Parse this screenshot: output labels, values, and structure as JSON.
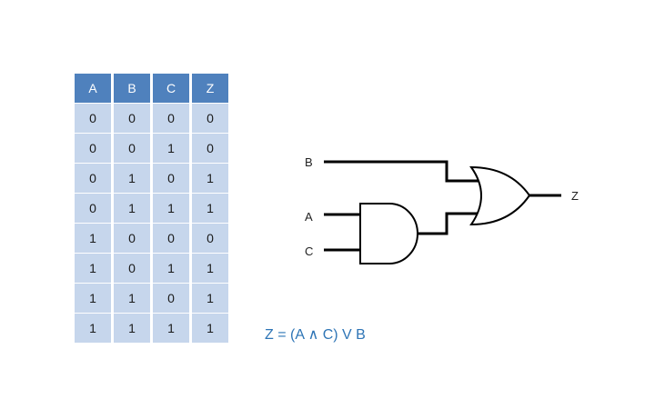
{
  "truth_table": {
    "headers": [
      "A",
      "B",
      "C",
      "Z"
    ],
    "rows": [
      [
        "0",
        "0",
        "0",
        "0"
      ],
      [
        "0",
        "0",
        "1",
        "0"
      ],
      [
        "0",
        "1",
        "0",
        "1"
      ],
      [
        "0",
        "1",
        "1",
        "1"
      ],
      [
        "1",
        "0",
        "0",
        "0"
      ],
      [
        "1",
        "0",
        "1",
        "1"
      ],
      [
        "1",
        "1",
        "0",
        "1"
      ],
      [
        "1",
        "1",
        "1",
        "1"
      ]
    ]
  },
  "circuit": {
    "inputs": {
      "b": "B",
      "a": "A",
      "c": "C"
    },
    "output": "Z",
    "gates": [
      "and-gate",
      "or-gate"
    ]
  },
  "formula": "Z = (A ∧ C) V B"
}
